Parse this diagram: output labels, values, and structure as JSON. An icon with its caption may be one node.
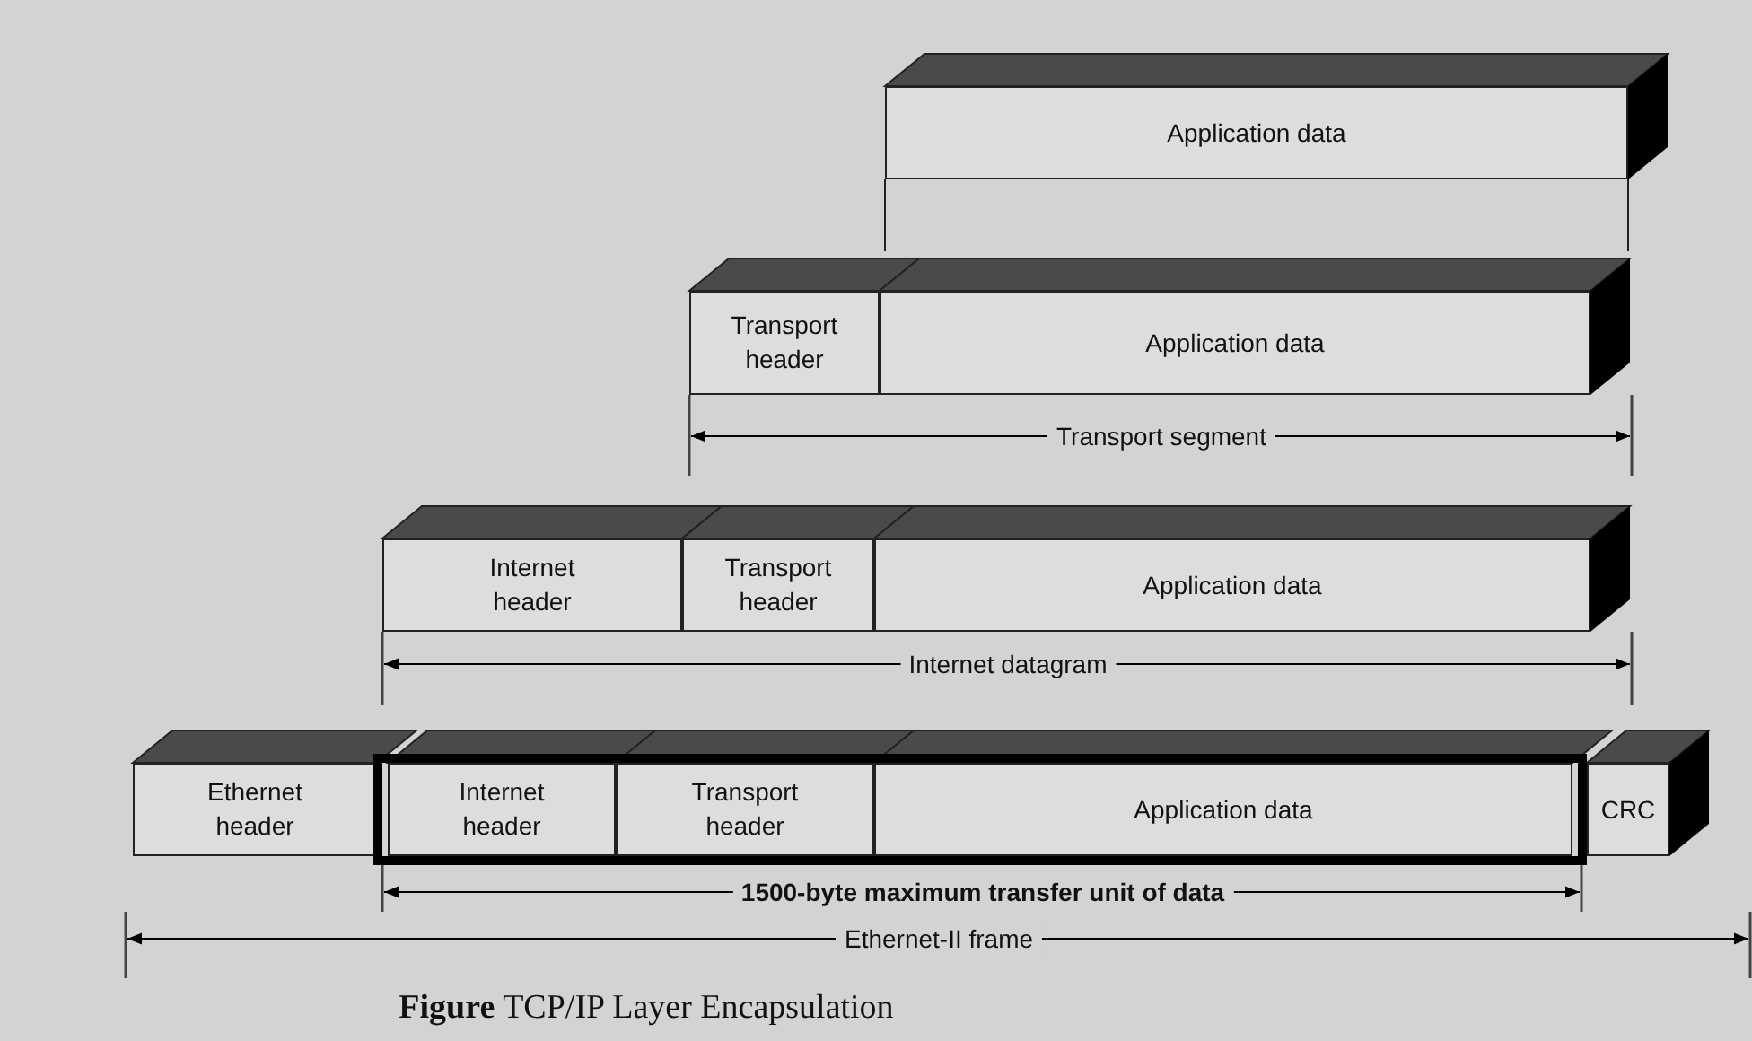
{
  "diagram": {
    "caption": "**Figure** TCP/IP Layer Encapsulation",
    "nodes": [
      {
        "text": [
          "Application data"
        ]
      },
      {
        "text": [
          "Transport header"
        ]
      },
      {
        "text": [
          "Application data"
        ]
      },
      {
        "text": [
          "Internet header"
        ]
      },
      {
        "text": [
          "Transport header"
        ]
      },
      {
        "text": [
          "Application data"
        ]
      },
      {
        "text": [
          "Ethernet header"
        ]
      },
      {
        "text": [],
        "shape": "box"
      },
      {
        "text": [
          "Internet header"
        ],
        "in": 7
      },
      {
        "text": [
          "Transport header"
        ],
        "in": 7
      },
      {
        "text": [
          "Application data"
        ],
        "in": 7
      },
      {
        "text": [
          "CRC"
        ]
      }
    ],
    "edges": [],
    "labels": [
      "Transport segment",
      "Internet datagram",
      "1500-byte maximum transfer unit of data",
      "Ethernet-II frame"
    ]
  }
}
